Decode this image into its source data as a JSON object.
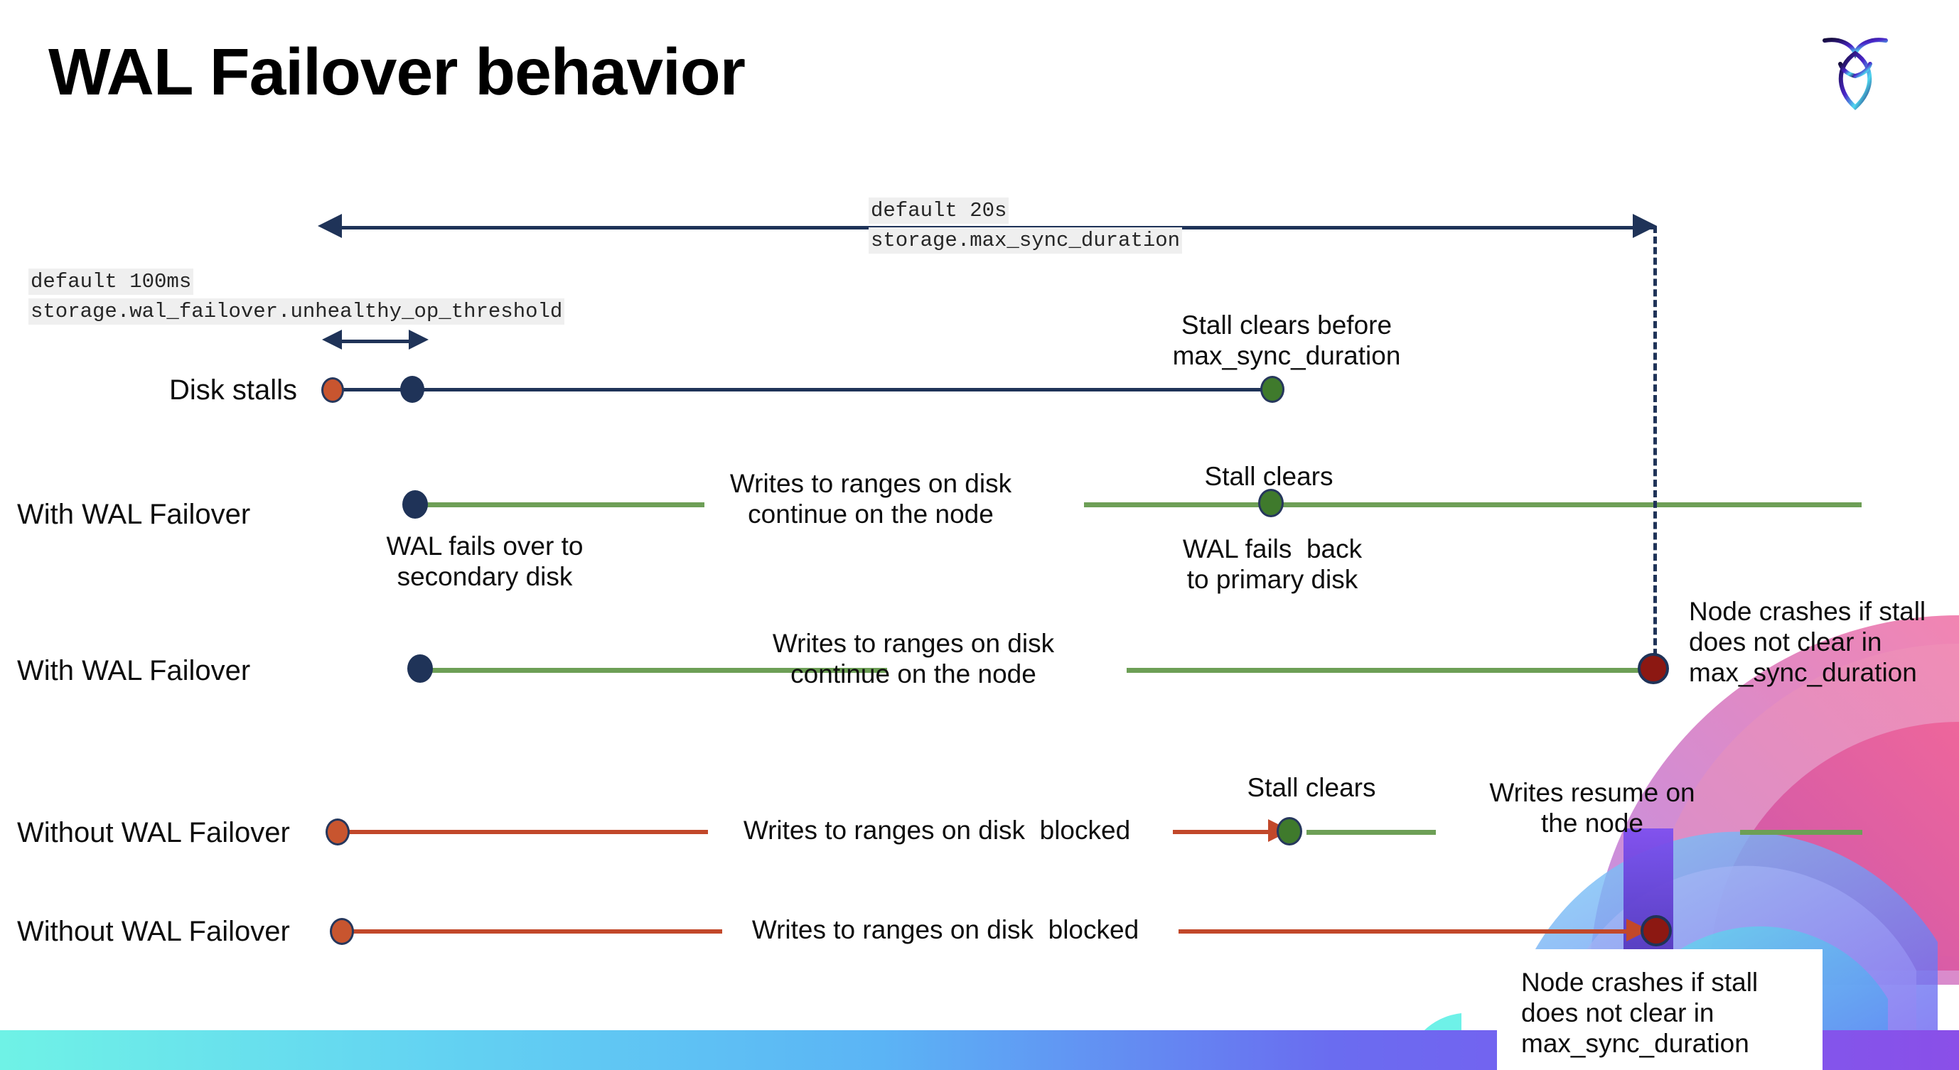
{
  "slide": {
    "title": "WAL Failover behavior",
    "logo_name": "cockroachdb-logo",
    "brand_colors": {
      "navy": "#1f3358",
      "green": "#6d9f56",
      "red": "#c2482a",
      "dark_red": "#8c1812",
      "dot_green": "#3f7a2c",
      "dot_orange": "#c8552f",
      "code_bg": "#efefef"
    }
  },
  "settings": {
    "max_sync_duration": {
      "default": "default 20s",
      "name": "storage.max_sync_duration"
    },
    "unhealthy_op_threshold": {
      "default": "default 100ms",
      "name": "storage.wal_failover.unhealthy_op_threshold"
    }
  },
  "rows": {
    "disk_stalls": {
      "label": "Disk stalls",
      "annotation": "Stall clears before\nmax_sync_duration"
    },
    "with_failover_clears": {
      "label": "With WAL Failover",
      "start_note": "WAL fails over to\nsecondary disk",
      "mid_note": "Writes to ranges on disk\ncontinue on the node",
      "clears_note": "Stall clears",
      "end_note": "WAL fails  back\nto primary disk"
    },
    "with_failover_crash": {
      "label": "With WAL Failover",
      "mid_note": "Writes to ranges on disk\ncontinue on the node",
      "crash_note": "Node crashes if stall\ndoes not clear in\nmax_sync_duration"
    },
    "without_failover_clears": {
      "label": "Without WAL Failover",
      "blocked_note": "Writes to ranges on disk  blocked",
      "clears_note": "Stall clears",
      "resume_note": "Writes resume on\nthe node"
    },
    "without_failover_crash": {
      "label": "Without WAL Failover",
      "blocked_note": "Writes to ranges on disk  blocked",
      "crash_note": "Node crashes if stall\ndoes not clear in\nmax_sync_duration"
    }
  }
}
